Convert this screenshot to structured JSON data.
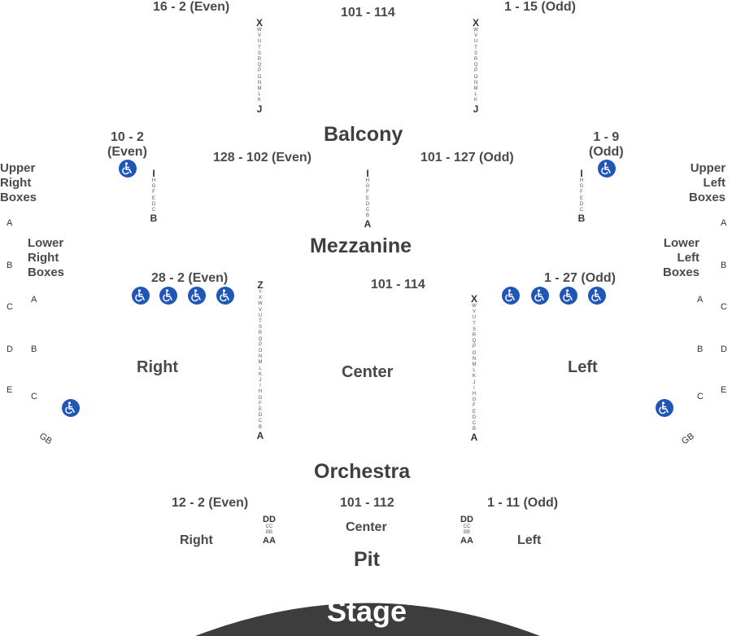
{
  "balcony": {
    "title": "Balcony",
    "left_range": "16 - 2 (Even)",
    "center_range": "101 - 114",
    "right_range": "1 - 15 (Odd)",
    "row_top": "X",
    "row_bottom": "J",
    "rows_small": [
      "W",
      "V",
      "U",
      "T",
      "S",
      "R",
      "Q",
      "P",
      "O",
      "N",
      "M",
      "L",
      "K"
    ]
  },
  "mezzanine": {
    "title": "Mezzanine",
    "left_range": "128 - 102 (Even)",
    "right_range": "101 - 127 (Odd)",
    "side_left_range": [
      "10 - 2",
      "(Even)"
    ],
    "side_right_range": [
      "1 - 9",
      "(Odd)"
    ],
    "row_top": "I",
    "row_bottom_side": "B",
    "row_bottom_center": "A",
    "rows_small": [
      "H",
      "G",
      "F",
      "E",
      "D",
      "C"
    ],
    "rows_small_center": [
      "H",
      "G",
      "F",
      "E",
      "D",
      "C",
      "B"
    ]
  },
  "boxes": {
    "upper_right": [
      "Upper",
      "Right",
      "Boxes"
    ],
    "upper_left": [
      "Upper",
      "Left",
      "Boxes"
    ],
    "lower_right": [
      "Lower",
      "Right",
      "Boxes"
    ],
    "lower_left": [
      "Lower",
      "Left",
      "Boxes"
    ],
    "left_edge_rows": [
      "A",
      "B",
      "C",
      "D",
      "E"
    ],
    "right_edge_rows": [
      "A",
      "B",
      "C",
      "D",
      "E"
    ],
    "lower_right_rows": [
      "A",
      "B",
      "C"
    ],
    "lower_left_rows": [
      "A",
      "B",
      "C"
    ],
    "gb": "GB"
  },
  "orchestra": {
    "title": "Orchestra",
    "right_section": "Right",
    "center_section": "Center",
    "left_section": "Left",
    "right_range": "28 - 2 (Even)",
    "center_range": "101 - 114",
    "left_range": "1 - 27 (Odd)",
    "left_aisle_top": "Z",
    "right_aisle_top": "X",
    "row_bottom": "A",
    "rows_small_left": [
      "Y",
      "X",
      "W",
      "V",
      "U",
      "T",
      "S",
      "R",
      "Q",
      "P",
      "O",
      "N",
      "M",
      "L",
      "K",
      "J",
      "I",
      "H",
      "G",
      "F",
      "E",
      "D",
      "C",
      "B"
    ],
    "rows_small_right": [
      "W",
      "V",
      "U",
      "T",
      "S",
      "R",
      "Q",
      "P",
      "O",
      "N",
      "M",
      "L",
      "K",
      "J",
      "I",
      "H",
      "G",
      "F",
      "E",
      "D",
      "C",
      "B"
    ]
  },
  "pit": {
    "title": "Pit",
    "right_section": "Right",
    "center_section": "Center",
    "left_section": "Left",
    "right_range": "12 - 2 (Even)",
    "center_range": "101 - 112",
    "left_range": "1 - 11 (Odd)",
    "row_top": "DD",
    "rows_small": [
      "CC",
      "BB"
    ],
    "row_bottom": "AA"
  },
  "stage": {
    "label": "Stage",
    "color": "#3d3d3d"
  },
  "colors": {
    "wheelchair": "#1f56b8",
    "text": "#4a4a4a"
  },
  "icons": {
    "wheelchair": "wheelchair-icon"
  }
}
